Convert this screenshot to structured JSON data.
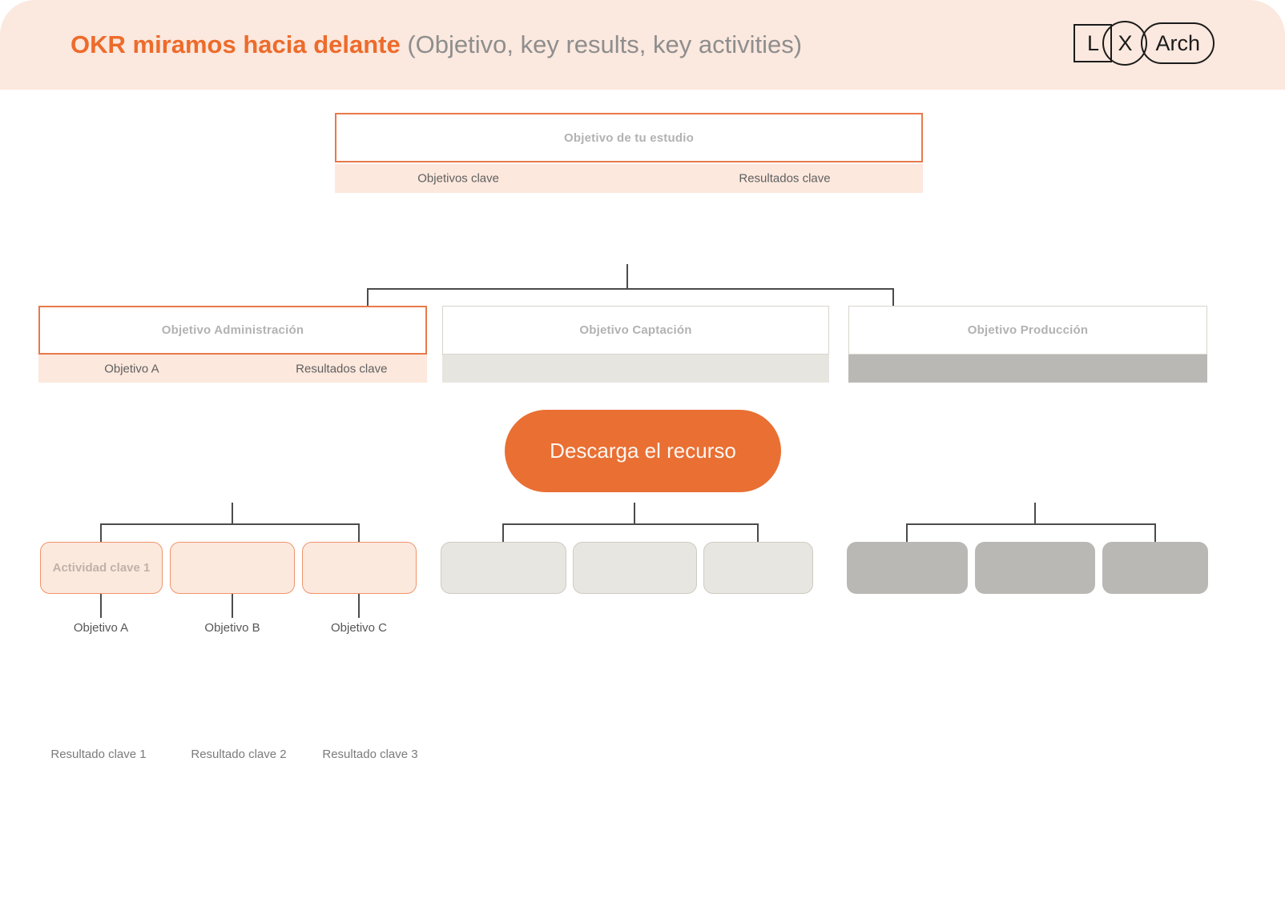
{
  "colors": {
    "accent": "#ed6b2b",
    "accent-border": "#e8794a",
    "header-bg": "#fbe8de",
    "button": "#e96f33"
  },
  "header": {
    "title_strong": "OKR miramos hacia delante",
    "title_rest": " (Objetivo, key results, key activities)"
  },
  "logo": {
    "l": "L",
    "x": "X",
    "arch": "Arch"
  },
  "root_box": {
    "title": "Objetivo de tu estudio",
    "left_label": "Objetivos clave",
    "right_label": "Resultados clave"
  },
  "level2": [
    {
      "title": "Objetivo Administración",
      "left_label": "Objetivo A",
      "right_label": "Resultados clave"
    },
    {
      "title": "Objetivo Captación"
    },
    {
      "title": "Objetivo Producción"
    }
  ],
  "download_button": {
    "label": "Descarga el recurso"
  },
  "groups": [
    {
      "boxes": [
        {
          "label": "Actividad clave 1"
        },
        {
          "label": ""
        },
        {
          "label": ""
        }
      ],
      "sub_labels": [
        "Objetivo A",
        "Objetivo B",
        "Objetivo C"
      ]
    },
    {
      "boxes": [
        {
          "label": ""
        },
        {
          "label": ""
        },
        {
          "label": ""
        }
      ]
    },
    {
      "boxes": [
        {
          "label": ""
        },
        {
          "label": ""
        },
        {
          "label": ""
        }
      ]
    }
  ],
  "bottom_labels": [
    "Resultado clave 1",
    "Resultado clave 2",
    "Resultado clave 3"
  ]
}
